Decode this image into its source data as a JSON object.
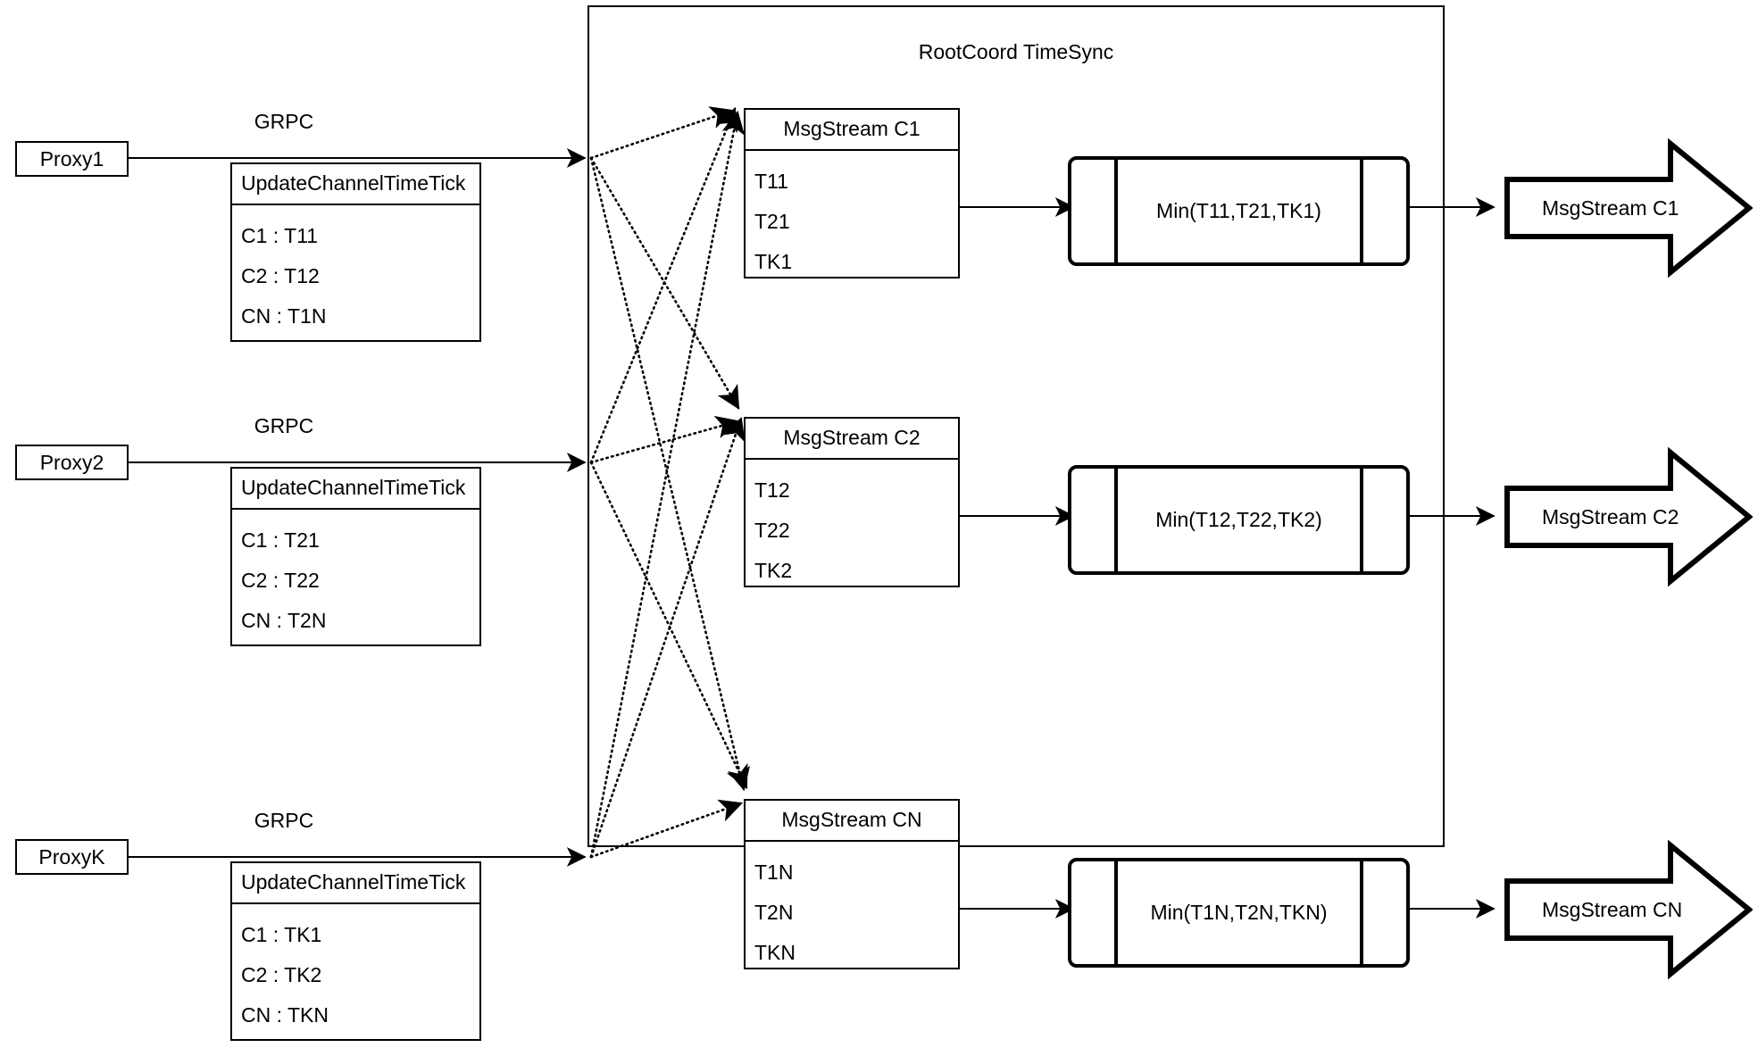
{
  "diagram": {
    "title": "RootCoord TimeSync",
    "background": "#ffffff",
    "stroke": "#000000"
  },
  "proxies": [
    {
      "name": "Proxy1",
      "link_label": "GRPC",
      "request": {
        "method": "UpdateChannelTimeTick",
        "rows": [
          "C1 :  T11",
          "C2 :  T12",
          "CN : T1N"
        ]
      }
    },
    {
      "name": "Proxy2",
      "link_label": "GRPC",
      "request": {
        "method": "UpdateChannelTimeTick",
        "rows": [
          "C1 :  T21",
          "C2 :  T22",
          "CN : T2N"
        ]
      }
    },
    {
      "name": "ProxyK",
      "link_label": "GRPC",
      "request": {
        "method": "UpdateChannelTimeTick",
        "rows": [
          "C1 :  TK1",
          "C2 :  TK2",
          "CN : TKN"
        ]
      }
    }
  ],
  "channels": [
    {
      "stream": {
        "title": "MsgStream C1",
        "rows": [
          "T11",
          "T21",
          "TK1"
        ]
      },
      "process": {
        "label": "Min(T11,T21,TK1)"
      },
      "output": {
        "label": "MsgStream C1"
      }
    },
    {
      "stream": {
        "title": "MsgStream C2",
        "rows": [
          "T12",
          "T22",
          "TK2"
        ]
      },
      "process": {
        "label": "Min(T12,T22,TK2)"
      },
      "output": {
        "label": "MsgStream C2"
      }
    },
    {
      "stream": {
        "title": "MsgStream CN",
        "rows": [
          "T1N",
          "T2N",
          "TKN"
        ]
      },
      "process": {
        "label": "Min(T1N,T2N,TKN)"
      },
      "output": {
        "label": "MsgStream CN"
      }
    }
  ]
}
